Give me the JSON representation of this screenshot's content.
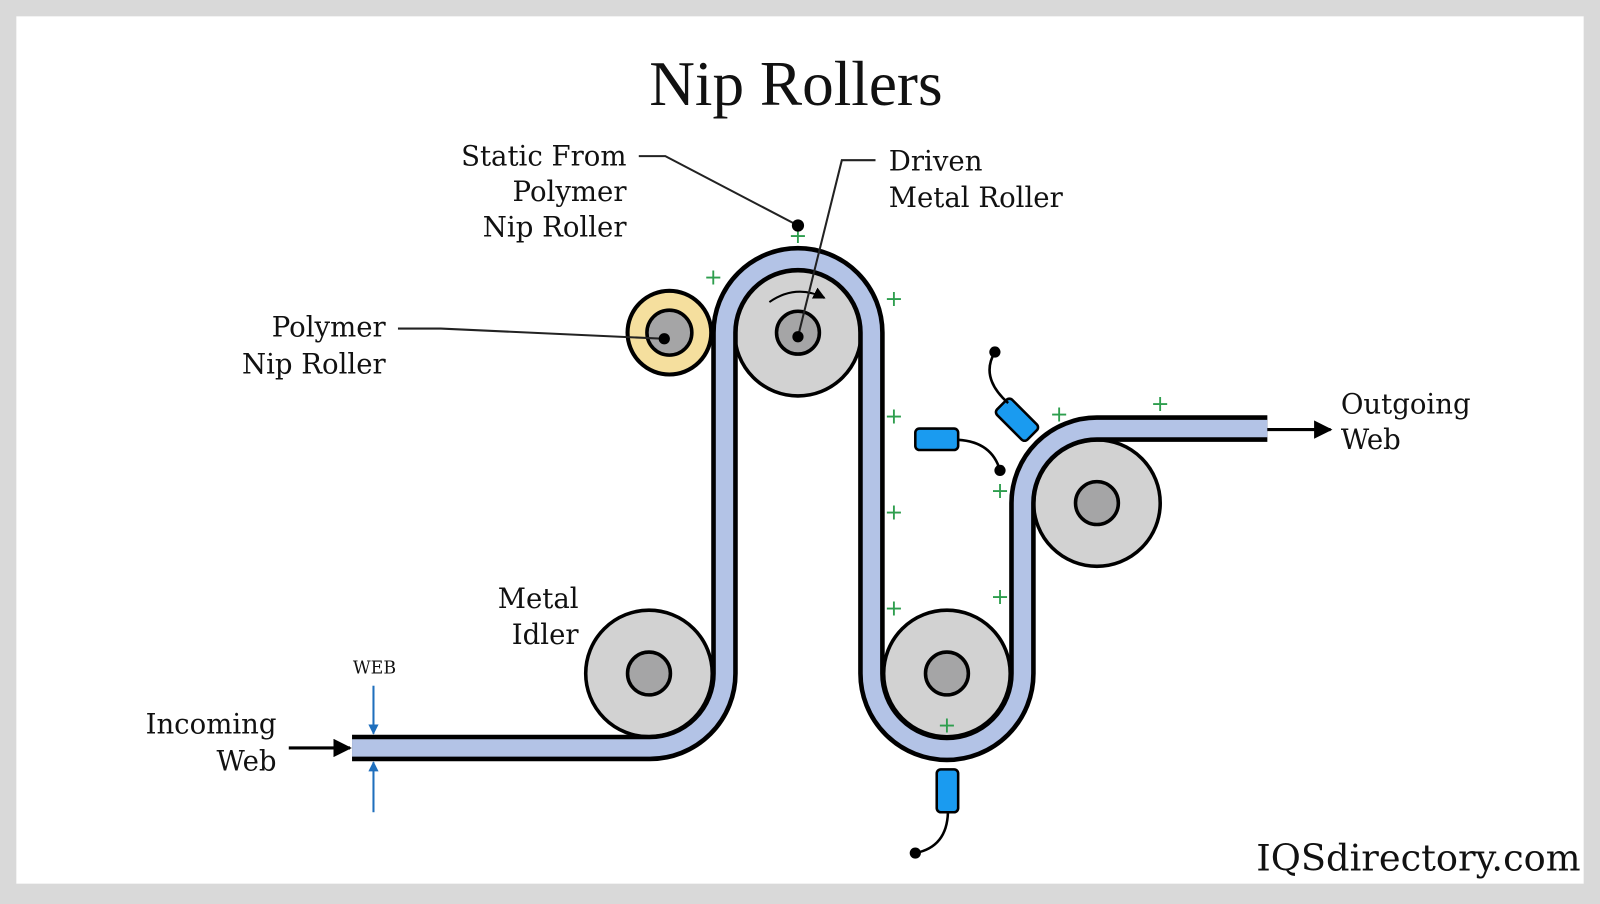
{
  "title": "Nip Rollers",
  "labels": {
    "static_from": [
      "Static From",
      "Polymer",
      "Nip Roller"
    ],
    "driven": [
      "Driven",
      "Metal Roller"
    ],
    "polymer_nip": [
      "Polymer",
      "Nip Roller"
    ],
    "metal_idler": [
      "Metal",
      "Idler"
    ],
    "incoming": [
      "Incoming",
      "Web"
    ],
    "outgoing": [
      "Outgoing",
      "Web"
    ],
    "web_thickness": "WEB"
  },
  "brand": "IQSdirectory.com",
  "colors": {
    "background_frame": "#d9d9d9",
    "panel": "#ffffff",
    "web_fill": "#b3c3e6",
    "roller_outer": "#d2d2d2",
    "roller_hub": "#a5a5a6",
    "polymer_ring": "#f5df9e",
    "charge_plus": "#2e9e4e",
    "static_bar": "#1a9bf0",
    "dimension_arrow": "#1f6fbd",
    "stroke": "#000000"
  },
  "charge_symbol": "+"
}
